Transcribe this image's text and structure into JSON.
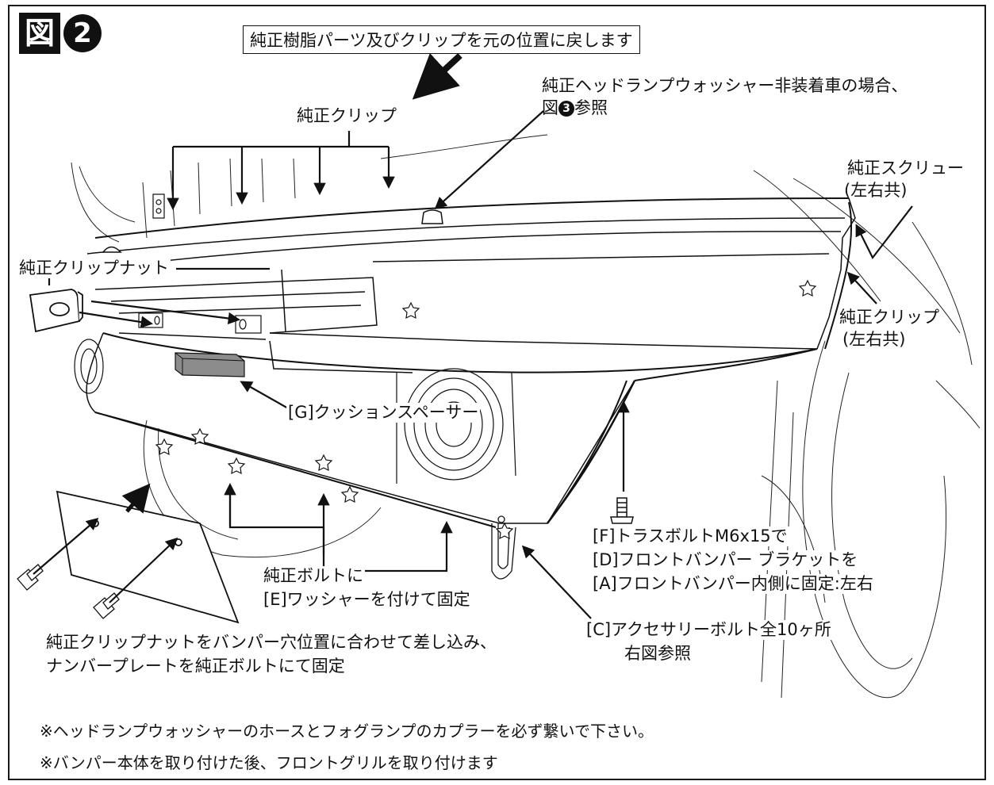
{
  "figure": {
    "kanji": "図",
    "number": "2"
  },
  "top_instruction": "純正樹脂パーツ及びクリップを元の位置に戻します",
  "labels": {
    "washer_note_line1": "純正ヘッドランプウォッシャー非装着車の場合、",
    "washer_note_line2_prefix": "図",
    "washer_note_line2_num": "3",
    "washer_note_line2_suffix": "参照",
    "clip_top": "純正クリップ",
    "screw_line1": "純正スクリュー",
    "screw_line2": "(左右共)",
    "clip_nut": "純正クリップナット",
    "clip_side_line1": "純正クリップ",
    "clip_side_line2": "(左右共)",
    "cushion_spacer": "[G]クッションスペーサー",
    "truss_line1": "[F]トラスボルトM6x15で",
    "truss_line2": "[D]フロントバンパー ブラケットを",
    "truss_line3": "[A]フロントバンパー内側に固定:左右",
    "bolt_line1": "純正ボルトに",
    "bolt_line2": "[E]ワッシャーを付けて固定",
    "accessory_line1": "[C]アクセサリーボルト全10ヶ所",
    "accessory_line2": "右図参照",
    "plate_line1": "純正クリップナットをバンパー穴位置に合わせて差し込み、",
    "plate_line2": "ナンバープレートを純正ボルトにて固定"
  },
  "notes": [
    "※ヘッドランプウォッシャーのホースとフォグランプのカプラーを必ず繋いで下さい。",
    "※バンパー本体を取り付けた後、フロントグリルを取り付けます"
  ],
  "colors": {
    "line": "#111111",
    "spacer": "#8c8c8c",
    "background": "#ffffff"
  }
}
